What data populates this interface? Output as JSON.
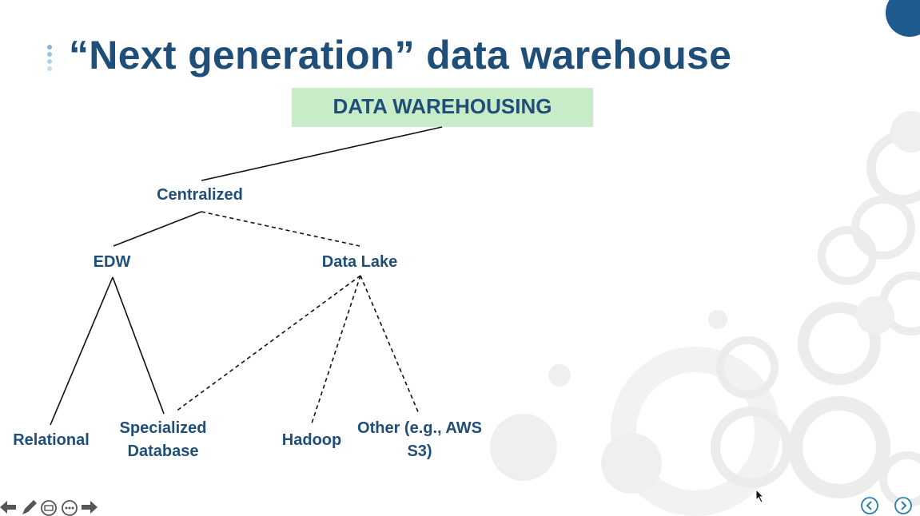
{
  "slide": {
    "title": "“Next generation” data warehouse",
    "accent_color": "#1f4e79",
    "root_fill": "#c9ecc8"
  },
  "diagram": {
    "root": "DATA WAREHOUSING",
    "level1": "Centralized",
    "level2": [
      "EDW",
      "Data Lake"
    ],
    "leaves": [
      "Relational",
      "Specialized Database",
      "Hadoop",
      "Other (e.g., AWS S3)"
    ],
    "edges": [
      {
        "from": "DATA WAREHOUSING",
        "to": "Centralized",
        "style": "solid"
      },
      {
        "from": "Centralized",
        "to": "EDW",
        "style": "solid"
      },
      {
        "from": "Centralized",
        "to": "Data Lake",
        "style": "dashed"
      },
      {
        "from": "EDW",
        "to": "Relational",
        "style": "solid"
      },
      {
        "from": "EDW",
        "to": "Specialized Database",
        "style": "solid"
      },
      {
        "from": "Data Lake",
        "to": "Specialized Database",
        "style": "dashed"
      },
      {
        "from": "Data Lake",
        "to": "Hadoop",
        "style": "dashed"
      },
      {
        "from": "Data Lake",
        "to": "Other (e.g., AWS S3)",
        "style": "dashed"
      }
    ]
  },
  "controls": {
    "toolbar_icons": [
      "arrow-left-icon",
      "pen-icon",
      "subtitle-icon",
      "more-icon",
      "arrow-right-icon"
    ],
    "nav_icons": [
      "previous-slide-icon",
      "next-slide-icon"
    ]
  }
}
